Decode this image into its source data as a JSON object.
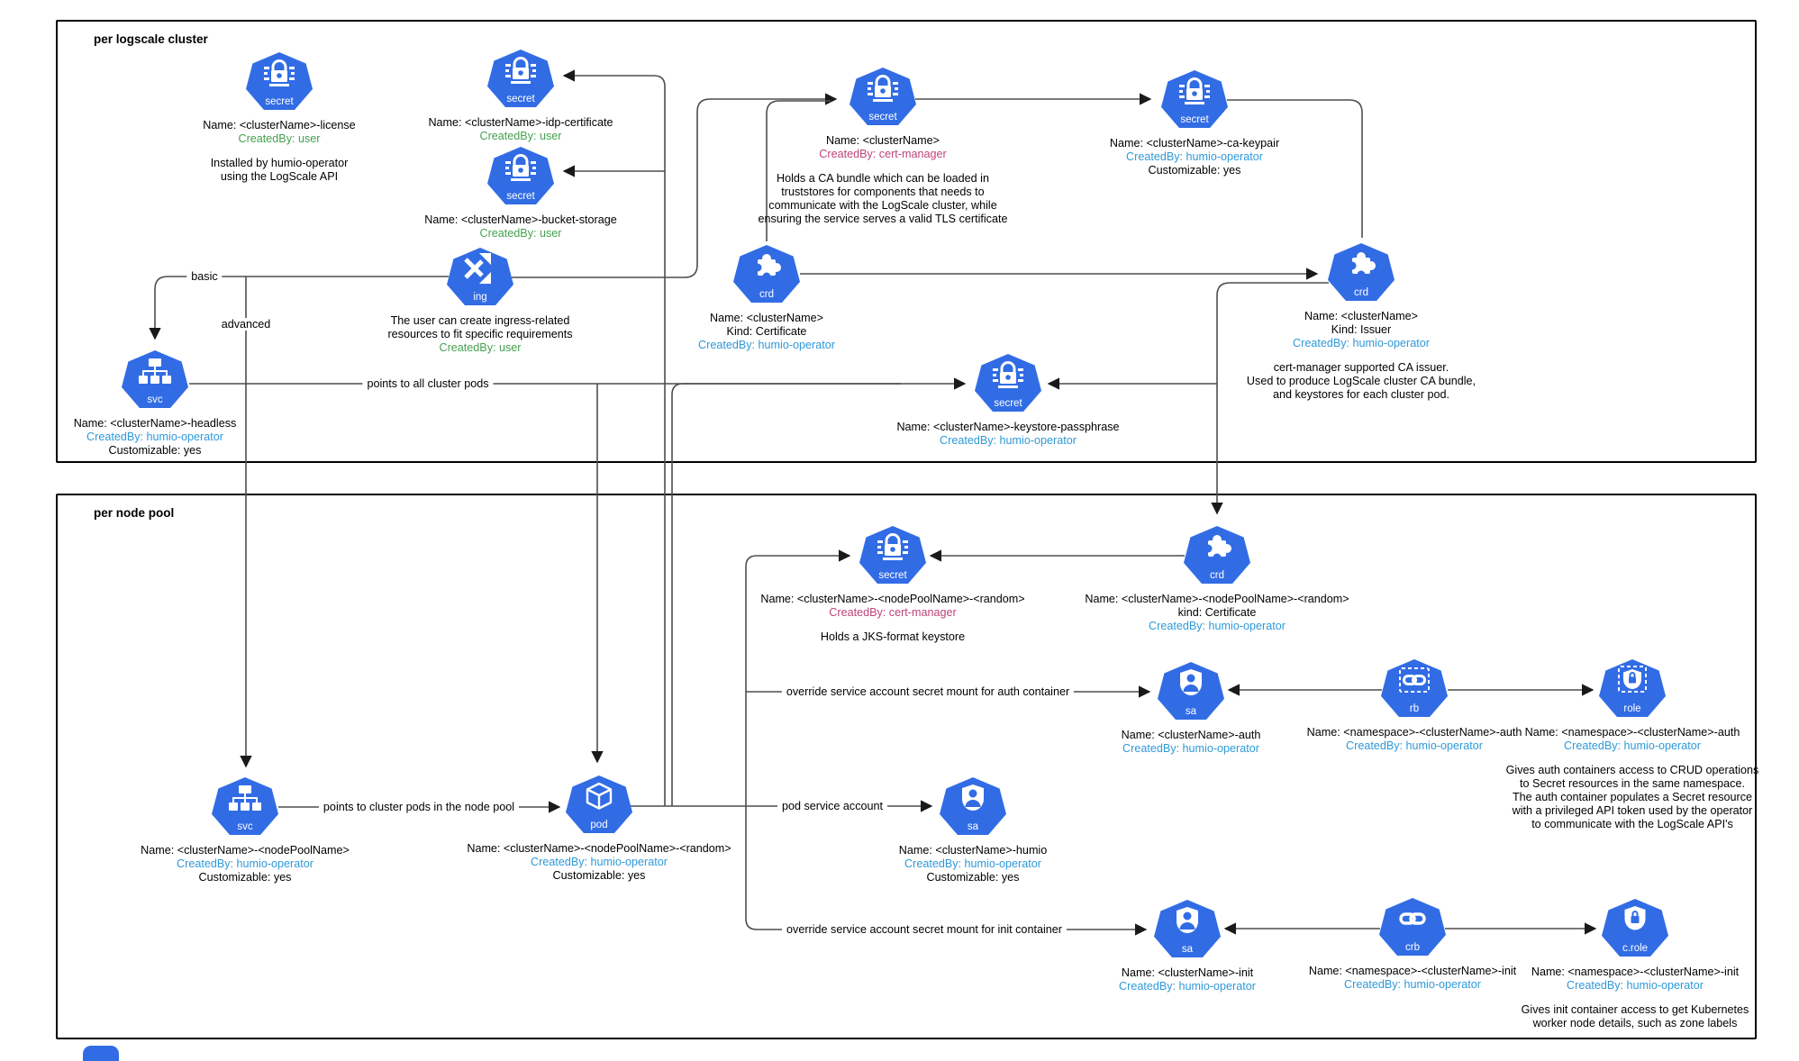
{
  "colors": {
    "k8s_blue": "#326CE5",
    "created_by_user": "#45a14f",
    "created_by_operator": "#2f99d8",
    "created_by_certmanager": "#bf4379",
    "connector": "#4d4d4d",
    "arrowhead": "#1a1a1a"
  },
  "sections": {
    "cluster": {
      "title": "per logscale cluster"
    },
    "nodepool": {
      "title": "per node pool"
    }
  },
  "icon_labels": {
    "secret": "secret",
    "crd": "crd",
    "svc": "svc",
    "ing": "ing",
    "pod": "pod",
    "sa": "sa",
    "rb": "rb",
    "role": "role",
    "crb": "crb",
    "c.role": "c.role"
  },
  "nodes": [
    {
      "id": "secret-license",
      "icon": "secret",
      "lines": [
        {
          "t": "Name: <clusterName>-license"
        },
        {
          "t": "CreatedBy: user",
          "c": "user"
        }
      ],
      "desc": [
        "Installed by humio-operator",
        "using the LogScale API"
      ]
    },
    {
      "id": "secret-idp",
      "icon": "secret",
      "lines": [
        {
          "t": "Name: <clusterName>-idp-certificate"
        },
        {
          "t": "CreatedBy: user",
          "c": "user"
        }
      ]
    },
    {
      "id": "secret-bucket",
      "icon": "secret",
      "lines": [
        {
          "t": "Name: <clusterName>-bucket-storage"
        },
        {
          "t": "CreatedBy: user",
          "c": "user"
        }
      ]
    },
    {
      "id": "ing",
      "icon": "ing",
      "lines": [
        {
          "t": "The user can create ingress-related"
        },
        {
          "t": "resources to fit specific requirements"
        },
        {
          "t": "CreatedBy: user",
          "c": "user"
        }
      ]
    },
    {
      "id": "secret-cabundle",
      "icon": "secret",
      "lines": [
        {
          "t": "Name: <clusterName>"
        },
        {
          "t": "CreatedBy: cert-manager",
          "c": "certmgr"
        }
      ],
      "desc": [
        "Holds a CA bundle which can be loaded in",
        "truststores for components that needs to",
        "communicate with the LogScale cluster, while",
        "ensuring the service serves a valid TLS certificate"
      ]
    },
    {
      "id": "secret-cakeypair",
      "icon": "secret",
      "lines": [
        {
          "t": "Name: <clusterName>-ca-keypair"
        },
        {
          "t": "CreatedBy: humio-operator",
          "c": "operator"
        },
        {
          "t": "Customizable: yes"
        }
      ]
    },
    {
      "id": "crd-cert",
      "icon": "crd",
      "lines": [
        {
          "t": "Name: <clusterName>"
        },
        {
          "t": "Kind: Certificate"
        },
        {
          "t": "CreatedBy: humio-operator",
          "c": "operator"
        }
      ]
    },
    {
      "id": "crd-issuer",
      "icon": "crd",
      "lines": [
        {
          "t": "Name: <clusterName>"
        },
        {
          "t": "Kind: Issuer"
        },
        {
          "t": "CreatedBy: humio-operator",
          "c": "operator"
        }
      ],
      "desc": [
        "cert-manager supported CA issuer.",
        "Used to produce LogScale cluster CA bundle,",
        "and keystores for each cluster pod."
      ]
    },
    {
      "id": "svc-headless",
      "icon": "svc",
      "lines": [
        {
          "t": "Name: <clusterName>-headless"
        },
        {
          "t": "CreatedBy: humio-operator",
          "c": "operator"
        },
        {
          "t": "Customizable: yes"
        }
      ]
    },
    {
      "id": "secret-keystore",
      "icon": "secret",
      "lines": [
        {
          "t": "Name: <clusterName>-keystore-passphrase"
        },
        {
          "t": "CreatedBy: humio-operator",
          "c": "operator"
        }
      ]
    },
    {
      "id": "np-secret",
      "icon": "secret",
      "lines": [
        {
          "t": "Name: <clusterName>-<nodePoolName>-<random>"
        },
        {
          "t": "CreatedBy: cert-manager",
          "c": "certmgr"
        }
      ],
      "desc": [
        "Holds a JKS-format keystore"
      ]
    },
    {
      "id": "np-crd",
      "icon": "crd",
      "lines": [
        {
          "t": "Name: <clusterName>-<nodePoolName>-<random>"
        },
        {
          "t": "kind: Certificate"
        },
        {
          "t": "CreatedBy: humio-operator",
          "c": "operator"
        }
      ]
    },
    {
      "id": "sa-auth",
      "icon": "sa",
      "lines": [
        {
          "t": "Name: <clusterName>-auth"
        },
        {
          "t": "CreatedBy: humio-operator",
          "c": "operator"
        }
      ]
    },
    {
      "id": "rb",
      "icon": "rb",
      "lines": [
        {
          "t": "Name: <namespace>-<clusterName>-auth"
        },
        {
          "t": "CreatedBy: humio-operator",
          "c": "operator"
        }
      ]
    },
    {
      "id": "role",
      "icon": "role",
      "lines": [
        {
          "t": "Name: <namespace>-<clusterName>-auth"
        },
        {
          "t": "CreatedBy: humio-operator",
          "c": "operator"
        }
      ],
      "desc": [
        "Gives auth containers access to CRUD operations",
        "to Secret resources in the same namespace.",
        "The auth container populates a Secret resource",
        "with a privileged API token used by the operator",
        "to communicate with the LogScale API's"
      ]
    },
    {
      "id": "svc-np",
      "icon": "svc",
      "lines": [
        {
          "t": "Name: <clusterName>-<nodePoolName>"
        },
        {
          "t": "CreatedBy: humio-operator",
          "c": "operator"
        },
        {
          "t": "Customizable: yes"
        }
      ]
    },
    {
      "id": "pod",
      "icon": "pod",
      "lines": [
        {
          "t": "Name: <clusterName>-<nodePoolName>-<random>"
        },
        {
          "t": "CreatedBy: humio-operator",
          "c": "operator"
        },
        {
          "t": "Customizable: yes"
        }
      ]
    },
    {
      "id": "sa-humio",
      "icon": "sa",
      "lines": [
        {
          "t": "Name: <clusterName>-humio"
        },
        {
          "t": "CreatedBy: humio-operator",
          "c": "operator"
        },
        {
          "t": "Customizable: yes"
        }
      ]
    },
    {
      "id": "sa-init",
      "icon": "sa",
      "lines": [
        {
          "t": "Name: <clusterName>-init"
        },
        {
          "t": "CreatedBy: humio-operator",
          "c": "operator"
        }
      ]
    },
    {
      "id": "crb",
      "icon": "crb",
      "lines": [
        {
          "t": "Name: <namespace>-<clusterName>-init"
        },
        {
          "t": "CreatedBy: humio-operator",
          "c": "operator"
        }
      ]
    },
    {
      "id": "crole",
      "icon": "c.role",
      "lines": [
        {
          "t": "Name: <namespace>-<clusterName>-init"
        },
        {
          "t": "CreatedBy: humio-operator",
          "c": "operator"
        }
      ],
      "desc": [
        "Gives init container access to get Kubernetes",
        "worker node details, such as zone labels"
      ]
    }
  ],
  "edge_labels": {
    "basic": "basic",
    "advanced": "advanced",
    "all_pods": "points to all cluster pods",
    "np_pods": "points to cluster pods in the node pool",
    "pod_sa": "pod service account",
    "auth_override": "override service account secret mount for auth container",
    "init_override": "override service account secret mount for init container"
  }
}
